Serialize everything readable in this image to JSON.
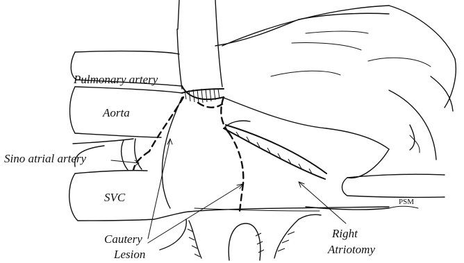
{
  "labels": {
    "pulmonary_artery": "Pulmonary artery",
    "aorta": "Aorta",
    "sino_atrial_artery": "Sino atrial artery",
    "svc": "SVC",
    "cautery_line1": "Cautery",
    "cautery_line2": "Lesion",
    "right_line1": "Right",
    "right_line2": "Atriotomy",
    "signature": "PSM"
  },
  "colors": {
    "ink": "#111111",
    "background": "#ffffff"
  }
}
